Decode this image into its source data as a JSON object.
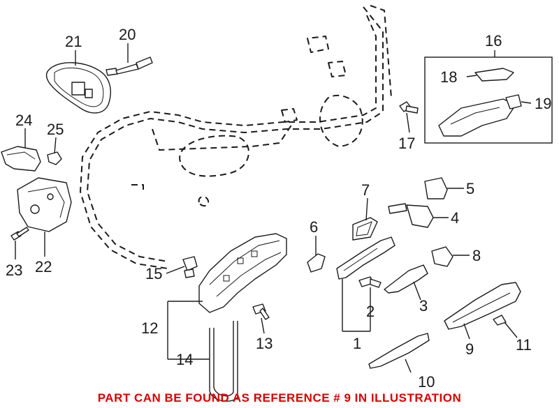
{
  "diagram": {
    "callouts": {
      "c1": "1",
      "c2": "2",
      "c3": "3",
      "c4": "4",
      "c5": "5",
      "c6": "6",
      "c7": "7",
      "c8": "8",
      "c9": "9",
      "c10": "10",
      "c11": "11",
      "c12": "12",
      "c13": "13",
      "c14": "14",
      "c15": "15",
      "c16": "16",
      "c17": "17",
      "c18": "18",
      "c19": "19",
      "c20": "20",
      "c21": "21",
      "c22": "22",
      "c23": "23",
      "c24": "24",
      "c25": "25"
    },
    "note": "PART CAN BE FOUND AS REFERENCE # 9 IN ILLUSTRATION",
    "colors": {
      "note": "#d80000",
      "line": "#1a1a1a",
      "background": "#ffffff"
    }
  }
}
